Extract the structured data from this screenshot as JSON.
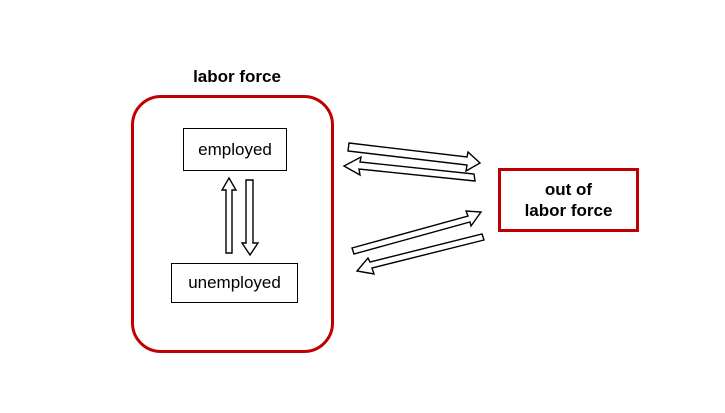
{
  "diagram": {
    "labor_force_title": "labor force",
    "employed_label": "employed",
    "unemployed_label": "unemployed",
    "out_of_labor_force_line1": "out of",
    "out_of_labor_force_line2": "labor force"
  },
  "colors": {
    "accent_red": "#c00000",
    "stroke": "#000000",
    "background": "#ffffff"
  }
}
